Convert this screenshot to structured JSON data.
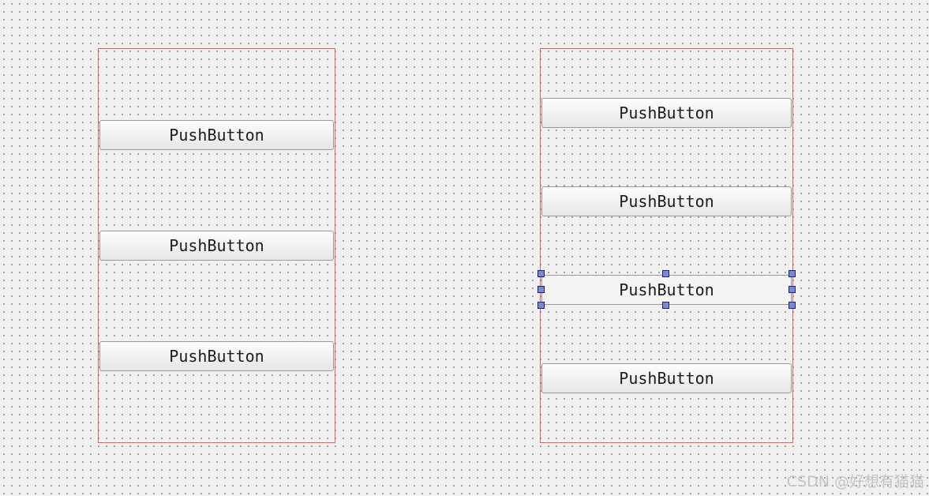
{
  "left_layout": {
    "buttons": [
      "PushButton",
      "PushButton",
      "PushButton"
    ]
  },
  "right_layout": {
    "buttons": [
      "PushButton",
      "PushButton",
      "PushButton",
      "PushButton"
    ],
    "selected_index": 2
  },
  "colors": {
    "layout_border": "#e06060",
    "selection_handle_fill": "#7b8cc4",
    "selection_handle_border": "#1a1a9a",
    "canvas_background": "#f0f0f0"
  },
  "watermark": "CSDN @好想有猫猫"
}
